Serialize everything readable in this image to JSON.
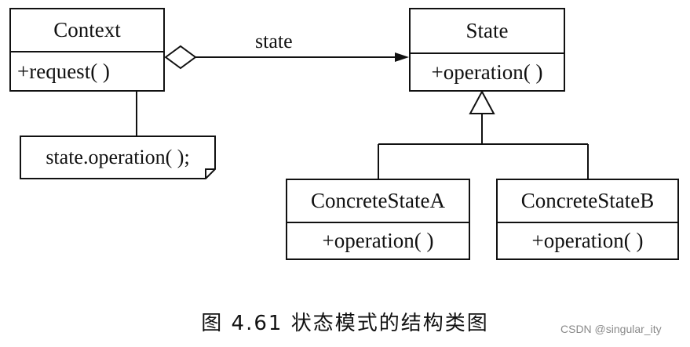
{
  "context": {
    "name": "Context",
    "operation": "+request( )"
  },
  "state": {
    "name": "State",
    "operation": "+operation( )"
  },
  "concrete_a": {
    "name": "ConcreteStateA",
    "operation": "+operation( )"
  },
  "concrete_b": {
    "name": "ConcreteStateB",
    "operation": "+operation( )"
  },
  "note": {
    "text": "state.operation( );"
  },
  "association": {
    "label": "state"
  },
  "caption": "图 4.61   状态模式的结构类图",
  "watermark": "CSDN @singular_ity"
}
